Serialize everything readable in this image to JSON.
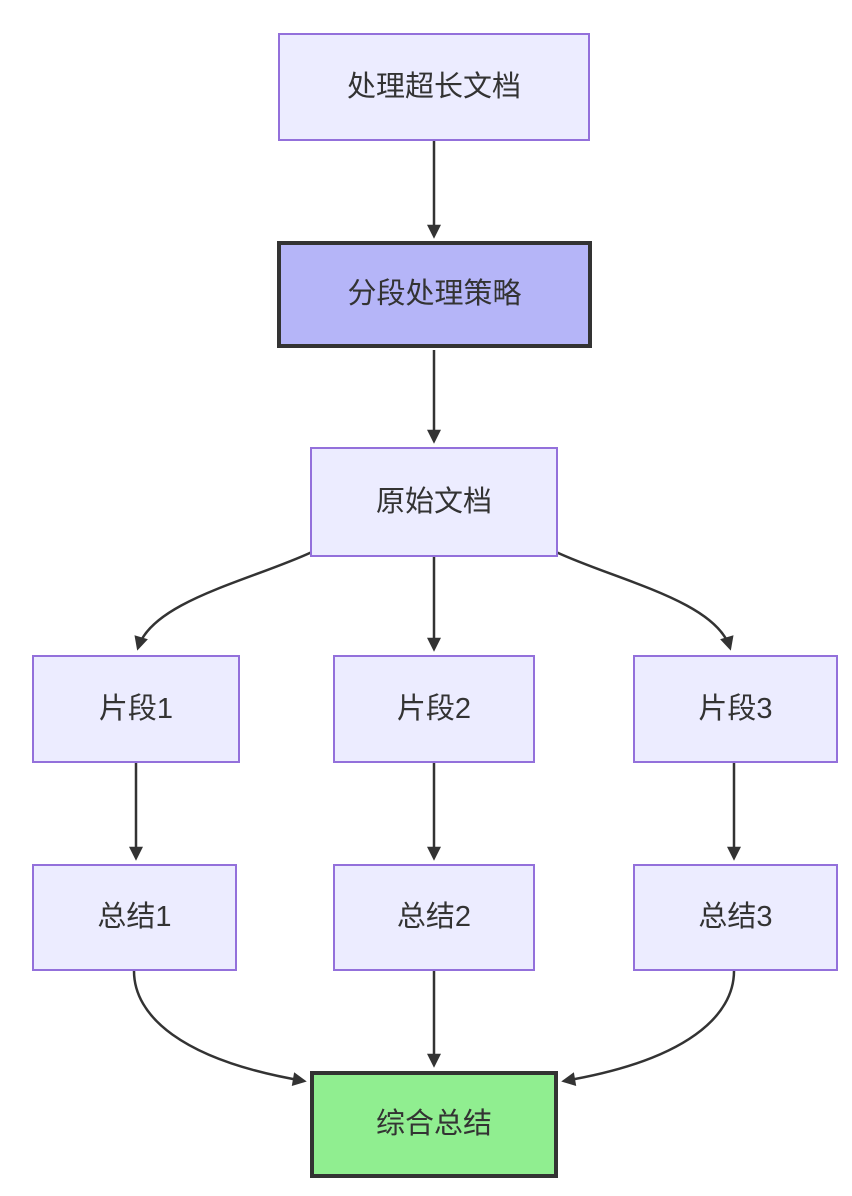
{
  "diagram": {
    "type": "flowchart",
    "direction": "top-down",
    "nodes": [
      {
        "id": "A",
        "label": "处理超长文档",
        "style": "light"
      },
      {
        "id": "B",
        "label": "分段处理策略",
        "style": "purple-highlight"
      },
      {
        "id": "C",
        "label": "原始文档",
        "style": "light"
      },
      {
        "id": "D1",
        "label": "片段1",
        "style": "light"
      },
      {
        "id": "D2",
        "label": "片段2",
        "style": "light"
      },
      {
        "id": "D3",
        "label": "片段3",
        "style": "light"
      },
      {
        "id": "E1",
        "label": "总结1",
        "style": "light"
      },
      {
        "id": "E2",
        "label": "总结2",
        "style": "light"
      },
      {
        "id": "E3",
        "label": "总结3",
        "style": "light"
      },
      {
        "id": "F",
        "label": "综合总结",
        "style": "green-result"
      }
    ],
    "edges": [
      {
        "from": "A",
        "to": "B",
        "shape": "straight"
      },
      {
        "from": "B",
        "to": "C",
        "shape": "straight"
      },
      {
        "from": "C",
        "to": "D1",
        "shape": "curve-left"
      },
      {
        "from": "C",
        "to": "D2",
        "shape": "straight"
      },
      {
        "from": "C",
        "to": "D3",
        "shape": "curve-right"
      },
      {
        "from": "D1",
        "to": "E1",
        "shape": "straight"
      },
      {
        "from": "D2",
        "to": "E2",
        "shape": "straight"
      },
      {
        "from": "D3",
        "to": "E3",
        "shape": "straight"
      },
      {
        "from": "E1",
        "to": "F",
        "shape": "curve-right"
      },
      {
        "from": "E2",
        "to": "F",
        "shape": "straight"
      },
      {
        "from": "E3",
        "to": "F",
        "shape": "curve-left"
      }
    ],
    "colors": {
      "node_fill_light": "#ECECFF",
      "node_border_light": "#9370DB",
      "node_fill_highlight": "#B5B5F8",
      "node_fill_result": "#90EE90",
      "node_border_dark": "#333333",
      "edge_color": "#333333",
      "text_color": "#333333",
      "background": "#FFFFFF"
    }
  }
}
